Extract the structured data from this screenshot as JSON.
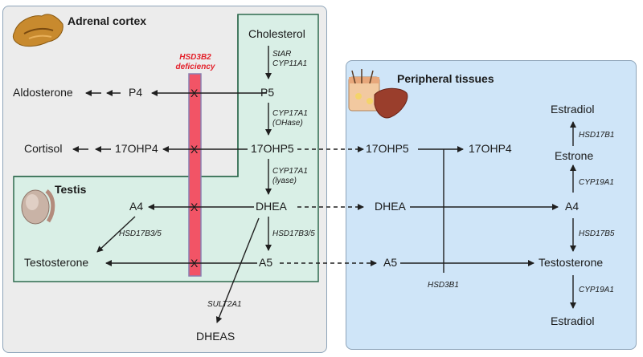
{
  "panels": {
    "adrenal_title": "Adrenal cortex",
    "testis_title": "Testis",
    "peripheral_title": "Peripheral tissues"
  },
  "deficiency": {
    "line1": "HSD3B2",
    "line2": "deficiency",
    "block_mark": "X"
  },
  "nodes": {
    "cholesterol": "Cholesterol",
    "p5": "P5",
    "p4": "P4",
    "aldosterone": "Aldosterone",
    "ohp5": "17OHP5",
    "ohp4": "17OHP4",
    "cortisol": "Cortisol",
    "dhea": "DHEA",
    "a4": "A4",
    "a5": "A5",
    "testosterone": "Testosterone",
    "dheas": "DHEAS",
    "p_ohp5": "17OHP5",
    "p_ohp4": "17OHP4",
    "p_dhea": "DHEA",
    "p_a4": "A4",
    "p_a5": "A5",
    "p_testosterone": "Testosterone",
    "p_estrone": "Estrone",
    "p_estradiol_top": "Estradiol",
    "p_estradiol_bottom": "Estradiol"
  },
  "enzymes": {
    "star": "StAR",
    "cyp11a1": "CYP11A1",
    "cyp17a1_a": "CYP17A1",
    "ohase": "(OHase)",
    "cyp17a1_b": "CYP17A1",
    "lyase": "(lyase)",
    "hsd17b35_right": "HSD17B3/5",
    "hsd17b35_left": "HSD17B3/5",
    "sult2a1": "SULT2A1",
    "hsd3b1": "HSD3B1",
    "hsd17b1": "HSD17B1",
    "cyp19a1_top": "CYP19A1",
    "hsd17b5": "HSD17B5",
    "cyp19a1_bottom": "CYP19A1"
  },
  "colors": {
    "adrenal_bg": "#ececec",
    "testis_bg": "#d9efe6",
    "testis_border": "#2f6b4f",
    "peripheral_bg": "#cfe5f8",
    "deficiency_bar": "#f25466",
    "deficiency_bar_border": "#8a7fb0",
    "deficiency_text": "#e3202a",
    "arrow": "#1f1f1f"
  },
  "icons": [
    "adrenal-gland-icon",
    "testis-icon",
    "skin-icon",
    "liver-icon"
  ]
}
